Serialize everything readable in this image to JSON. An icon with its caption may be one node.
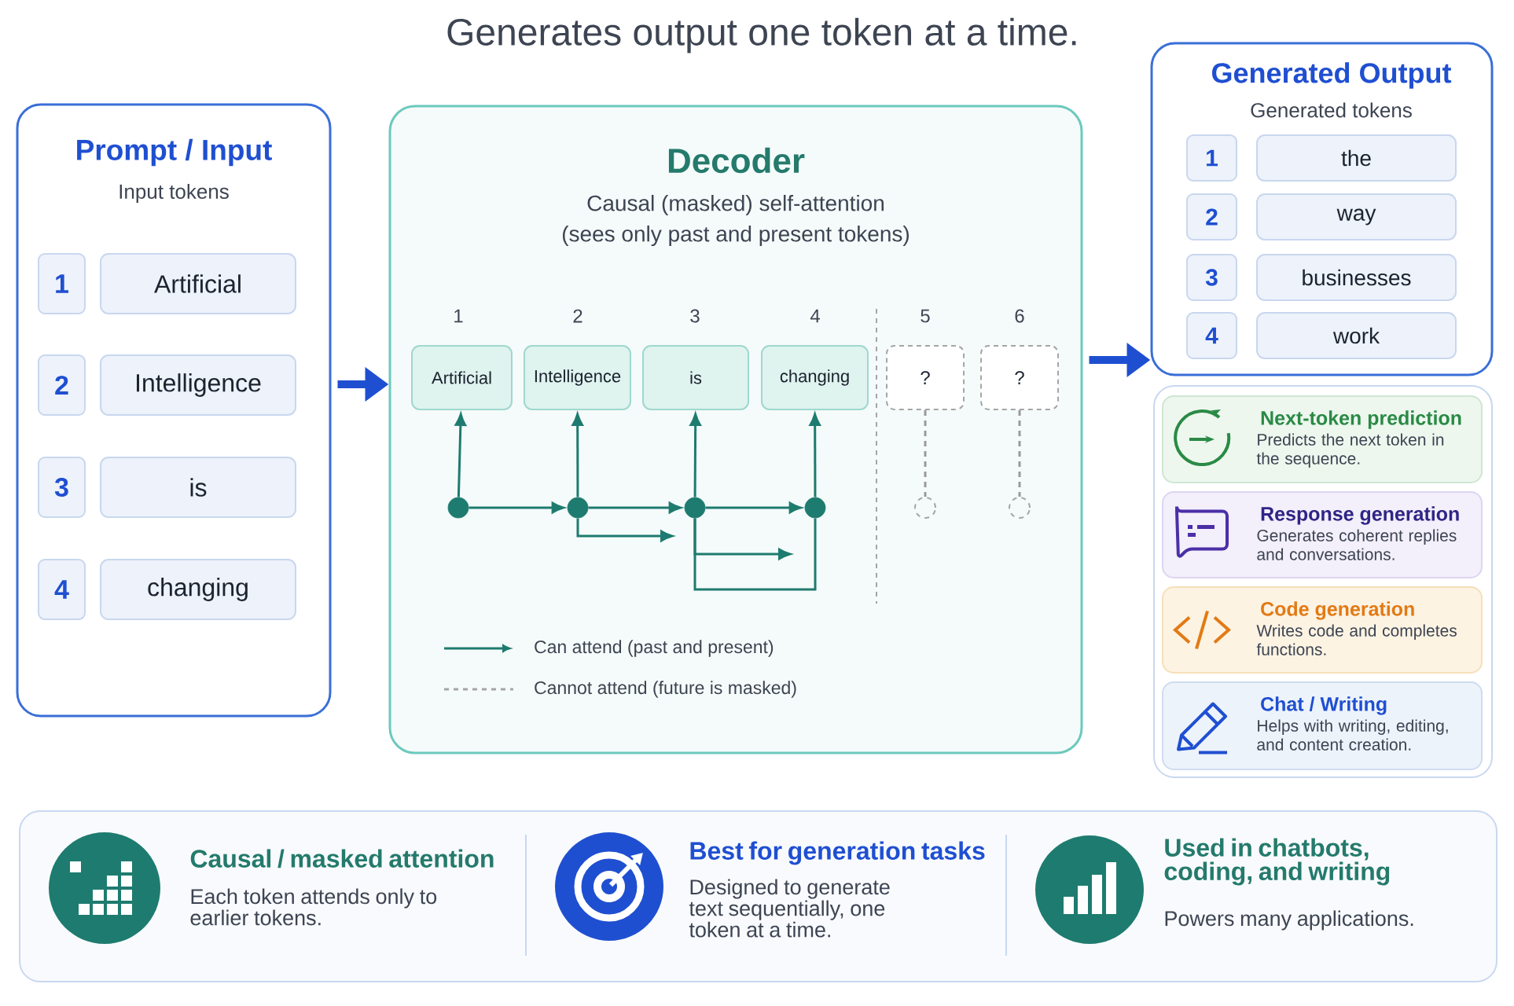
{
  "diagram": {
    "title": "Generates output one token at a time.",
    "nodes": [
      {
        "text": [
          "Prompt / Input",
          "Input tokens"
        ]
      },
      {
        "text": [
          "1"
        ],
        "in": 0
      },
      {
        "text": [
          "Artificial"
        ],
        "in": 0
      },
      {
        "text": [
          "2"
        ],
        "in": 0
      },
      {
        "text": [
          "Intelligence"
        ],
        "in": 0
      },
      {
        "text": [
          "3"
        ],
        "in": 0
      },
      {
        "text": [
          "is"
        ],
        "in": 0
      },
      {
        "text": [
          "4"
        ],
        "in": 0
      },
      {
        "text": [
          "changing"
        ],
        "in": 0
      },
      {
        "text": [
          "Decoder",
          "Causal (masked) self-attention",
          "(sees only past and present tokens)"
        ]
      },
      {
        "text": [
          "Artificial"
        ],
        "in": 9
      },
      {
        "text": [
          "Intelligence"
        ],
        "in": 9
      },
      {
        "text": [
          "is"
        ],
        "in": 9
      },
      {
        "text": [
          "changing"
        ],
        "in": 9
      },
      {
        "text": [
          "?"
        ],
        "in": 9
      },
      {
        "text": [
          "?"
        ],
        "in": 9
      },
      {
        "text": [],
        "shape": "circle",
        "in": 9
      },
      {
        "text": [],
        "shape": "circle",
        "in": 9
      },
      {
        "text": [],
        "shape": "circle",
        "in": 9
      },
      {
        "text": [],
        "shape": "circle",
        "in": 9
      },
      {
        "text": [],
        "shape": "circle",
        "in": 9
      },
      {
        "text": [],
        "shape": "circle",
        "in": 9
      },
      {
        "text": [
          "Generated Output",
          "Generated tokens"
        ]
      },
      {
        "text": [
          "1"
        ],
        "in": 22
      },
      {
        "text": [
          "the"
        ],
        "in": 22
      },
      {
        "text": [
          "2"
        ],
        "in": 22
      },
      {
        "text": [
          "way"
        ],
        "in": 22
      },
      {
        "text": [
          "3"
        ],
        "in": 22
      },
      {
        "text": [
          "businesses"
        ],
        "in": 22
      },
      {
        "text": [
          "4"
        ],
        "in": 22
      },
      {
        "text": [
          "work"
        ],
        "in": 22
      },
      {
        "text": [
          "Next-token prediction",
          "Predicts the next token in the sequence."
        ]
      },
      {
        "text": [
          "Response generation",
          "Generates coherent replies and conversations."
        ]
      },
      {
        "text": [
          "Code generation",
          "Writes code and completes functions."
        ]
      },
      {
        "text": [
          "Chat / Writing",
          "Helps with writing, editing, and content creation."
        ]
      }
    ],
    "edges": [
      {
        "from": 0,
        "to": 9,
        "arrow": "to",
        "style": "thick",
        "color": "#1f4fd1"
      },
      {
        "from": 9,
        "to": 22,
        "arrow": "to",
        "style": "thick",
        "color": "#1f4fd1"
      },
      {
        "from": 16,
        "to": 10,
        "arrow": "to"
      },
      {
        "from": 17,
        "to": 11,
        "arrow": "to"
      },
      {
        "from": 18,
        "to": 12,
        "arrow": "to"
      },
      {
        "from": 19,
        "to": 13,
        "arrow": "to"
      },
      {
        "from": 16,
        "to": 17,
        "arrow": "to"
      },
      {
        "from": 17,
        "to": 18,
        "arrow": "to"
      },
      {
        "from": 18,
        "to": 19,
        "arrow": "to"
      },
      {
        "from": 17,
        "to": null,
        "arrow": "to"
      },
      {
        "from": 18,
        "to": null,
        "arrow": "to"
      },
      {
        "from": 18,
        "to": 19,
        "arrow": "none"
      },
      {
        "from": 14,
        "to": 20,
        "arrow": "none",
        "style": "dashed",
        "color": "#9a9a9a"
      },
      {
        "from": 15,
        "to": 21,
        "arrow": "none",
        "style": "dashed",
        "color": "#9a9a9a"
      }
    ],
    "labels": [
      "1",
      "2",
      "3",
      "4",
      "5",
      "6",
      "Causal / masked attention",
      "Each token attends only to earlier tokens.",
      "Best for generation tasks",
      "Designed to generate text sequentially, one token at a time.",
      "Used in chatbots, coding, and writing",
      "Powers many applications."
    ],
    "legend": [
      {
        "text": "Can attend (past and present)"
      },
      {
        "text": "Cannot attend (future is masked)"
      }
    ]
  }
}
